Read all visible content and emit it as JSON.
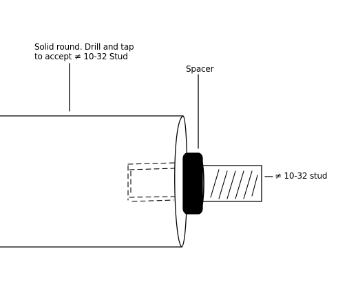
{
  "labels": {
    "rod_note_line1": "Solid round. Drill and tap",
    "rod_note_line2": "to accept ≠ 10-32 Stud",
    "spacer": "Spacer",
    "stud": "≠ 10-32 stud"
  },
  "colors": {
    "line": "#000000",
    "background": "#ffffff",
    "spacer_fill": "#000000"
  }
}
